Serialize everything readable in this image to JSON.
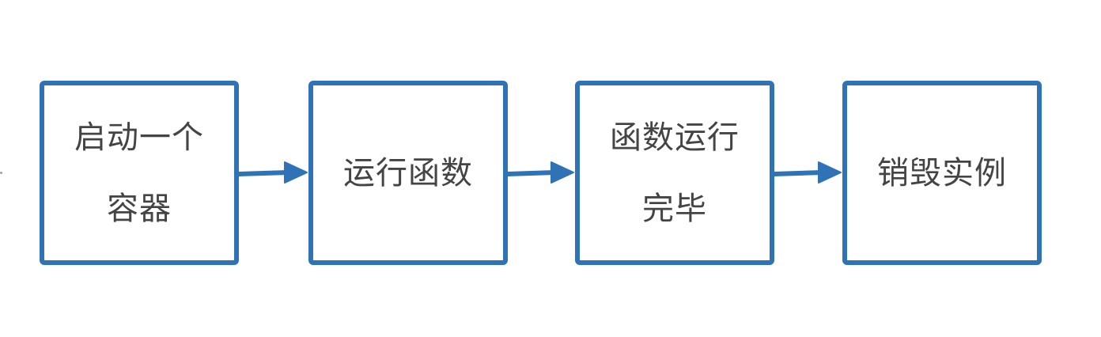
{
  "diagram": {
    "type": "flowchart",
    "direction": "left-to-right",
    "accent_color": "#2f73b6",
    "text_color": "#444444",
    "nodes": [
      {
        "label": "启动一个\n容器"
      },
      {
        "label": "运行函数"
      },
      {
        "label": "函数运行\n完毕"
      },
      {
        "label": "销毁实例"
      }
    ],
    "edges": [
      {
        "from": 0,
        "to": 1
      },
      {
        "from": 1,
        "to": 2
      },
      {
        "from": 2,
        "to": 3
      }
    ]
  }
}
